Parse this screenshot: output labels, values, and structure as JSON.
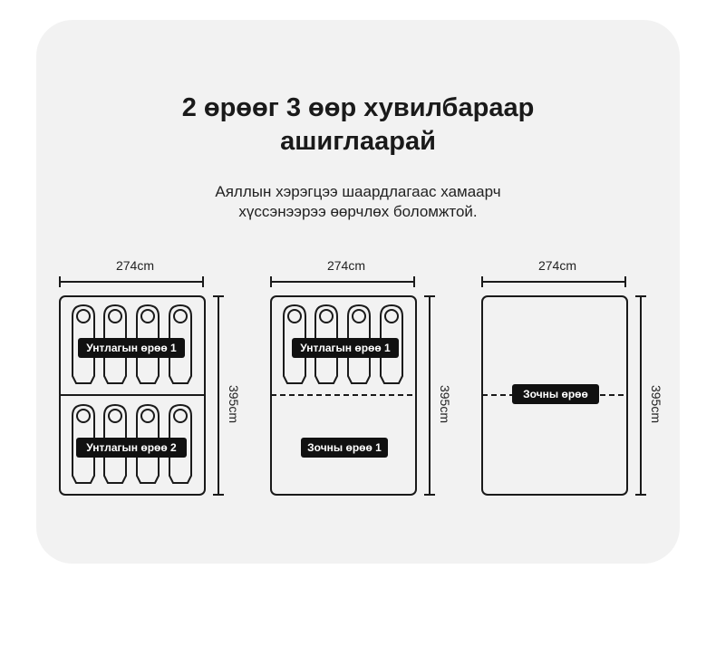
{
  "heading": {
    "line1": "2 өрөөг 3 өөр хувилбараар",
    "line2": "ашиглаарай"
  },
  "subtitle": {
    "line1": "Аяллын хэрэгцээ шаардлагаас хамаарч",
    "line2": "хүссэнээрээ өөрчлөх боломжтой."
  },
  "layouts": [
    {
      "width_label": "274cm",
      "height_label": "395cm",
      "top_room": "Унтлагын өрөө 1",
      "bottom_room": "Унтлагын өрөө 2",
      "divider": "solid"
    },
    {
      "width_label": "274cm",
      "height_label": "395cm",
      "top_room": "Унтлагын өрөө 1",
      "bottom_room": "Зочны өрөө 1",
      "divider": "dashed"
    },
    {
      "width_label": "274cm",
      "height_label": "395cm",
      "center_room": "Зочны өрөө",
      "divider": "dashed"
    }
  ],
  "colors": {
    "card": "#f2f2f2",
    "line": "#1a1a1a",
    "tag_bg": "#111111",
    "tag_text": "#ffffff"
  }
}
